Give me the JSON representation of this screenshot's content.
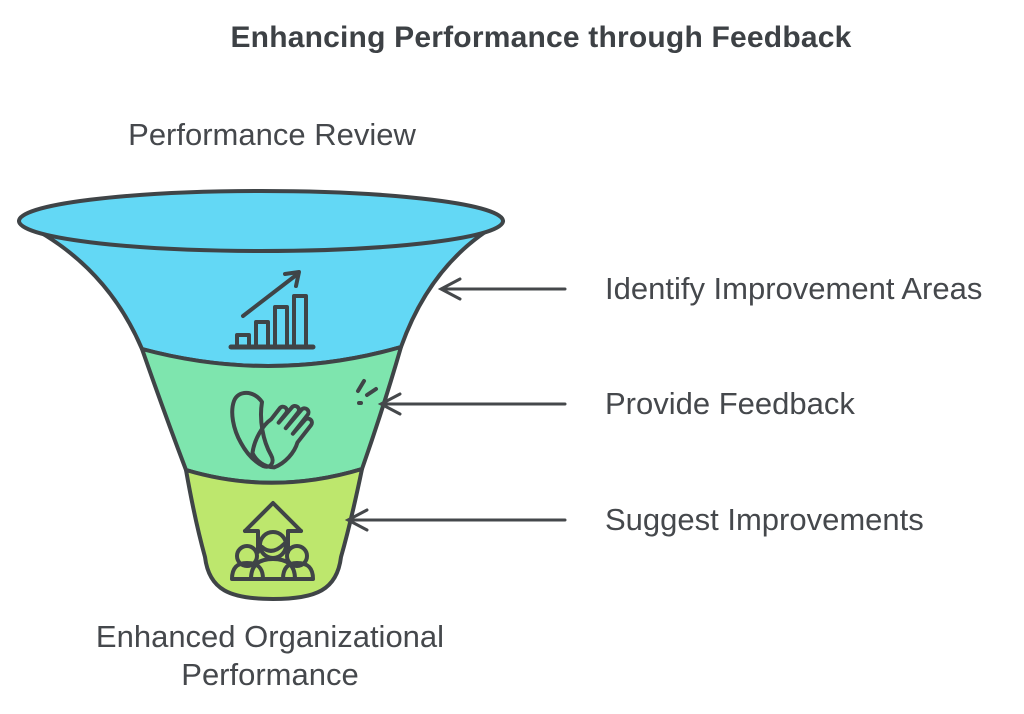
{
  "title": "Enhancing Performance through Feedback",
  "colors": {
    "section_top": "#63d8f5",
    "section_middle": "#7ee5ae",
    "section_bottom": "#bde76d",
    "outline": "#3f4447",
    "text": "#45484c",
    "background": "#ffffff"
  },
  "funnel": {
    "input_label": "Performance Review",
    "output_label_lines": [
      "Enhanced Organizational",
      "Performance"
    ],
    "stages": [
      {
        "label": "Identify Improvement Areas",
        "icon": "growth-chart-icon",
        "color": "#63d8f5"
      },
      {
        "label": "Provide Feedback",
        "icon": "clapping-hands-icon",
        "color": "#7ee5ae"
      },
      {
        "label": "Suggest Improvements",
        "icon": "team-improvement-icon",
        "color": "#bde76d"
      }
    ]
  }
}
